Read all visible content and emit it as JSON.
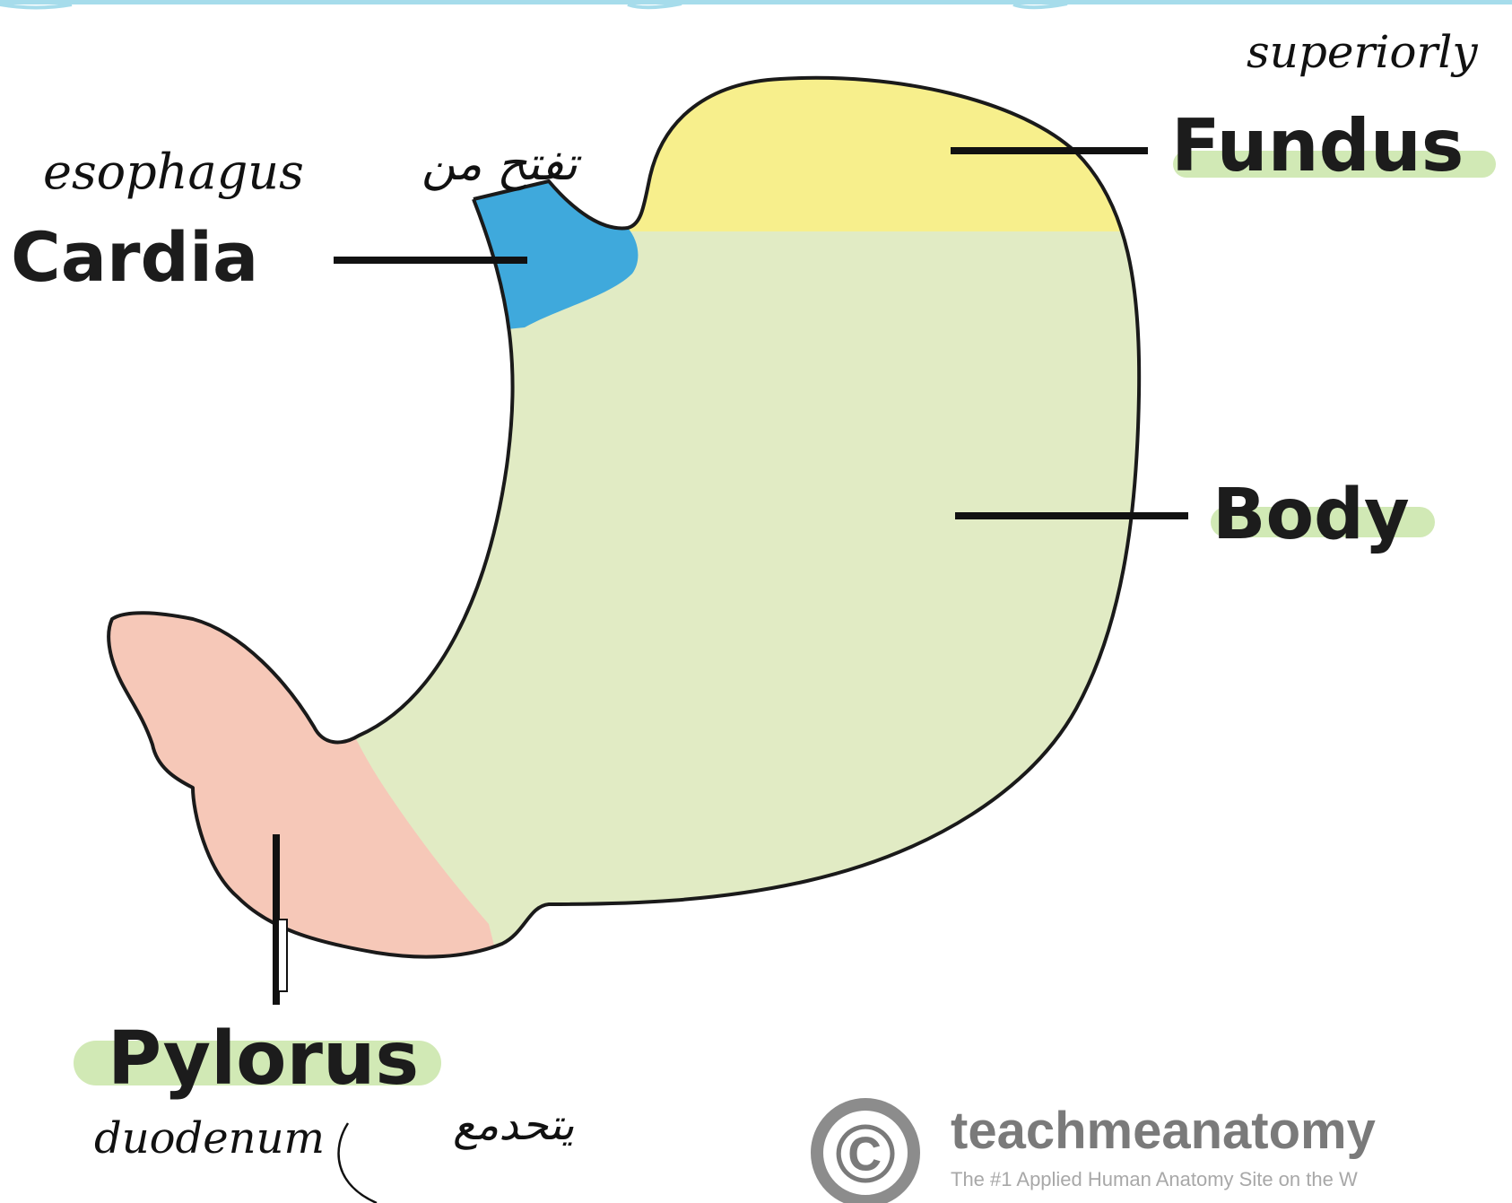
{
  "labels": {
    "fundus": "Fundus",
    "cardia": "Cardia",
    "body": "Body",
    "pylorus": "Pylorus"
  },
  "annotations": {
    "superiorly": "superiorly",
    "esophagus": "esophagus",
    "esophagus_arabic": "تفتح من",
    "duodenum": "duodenum",
    "duodenum_arabic": "يتحدمع"
  },
  "watermark": {
    "symbol": "©",
    "name": "teachmeanatomy",
    "tagline": "The #1 Applied Human Anatomy Site on the W"
  },
  "colors": {
    "fundus": "#f7ef8c",
    "cardia": "#3fa9dc",
    "body": "#e1ebc4",
    "pylorus": "#f6c8b8",
    "highlight": "#c9e5a8",
    "frame": "#a6dceb",
    "outline": "#1a1a1a"
  }
}
